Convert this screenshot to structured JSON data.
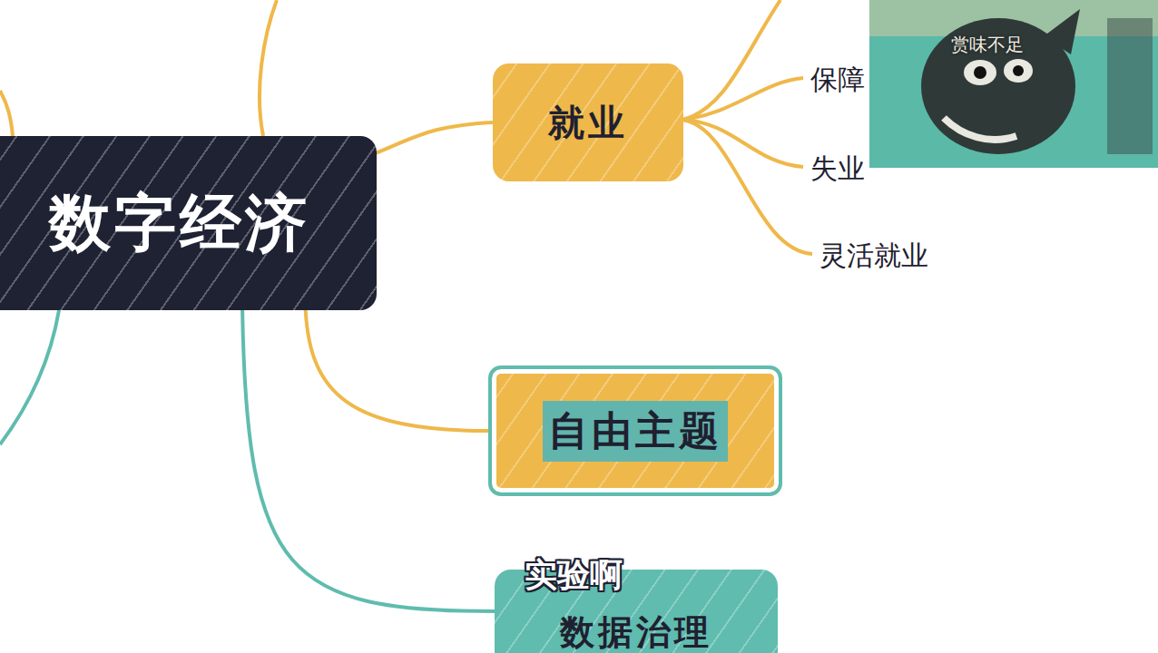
{
  "diagram": {
    "nodes": [
      {
        "text": [
          "数字经济"
        ]
      },
      {
        "text": [
          "就业"
        ]
      },
      {
        "text": [
          "自由主题"
        ]
      },
      {
        "text": [
          "数据治理"
        ]
      }
    ],
    "edges": [
      {
        "from": 0,
        "to": 1,
        "arrow": "none"
      },
      {
        "from": 0,
        "to": 2,
        "arrow": "none"
      },
      {
        "from": 0,
        "to": 3,
        "arrow": "none"
      }
    ],
    "labels": [
      "保障",
      "失业",
      "灵活就业",
      "实验啊",
      "赏味不足"
    ]
  }
}
